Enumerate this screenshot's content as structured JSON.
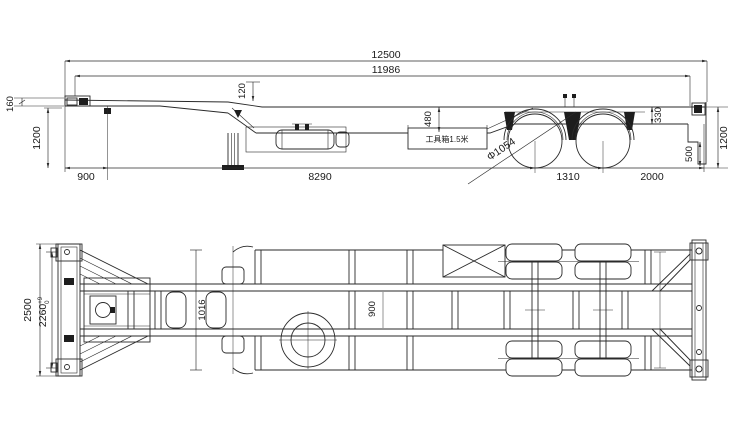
{
  "side": {
    "total_length": "12500",
    "frame_length": "11986",
    "front_height": "160",
    "height_left": "1200",
    "front_overhang": "900",
    "neck_depth": "120",
    "wheelbase": "8290",
    "beam_depth": "480",
    "toolbox": "工具箱1.5米",
    "tire_dia": "Φ1054",
    "axle_spacing": "1310",
    "rear_overhang": "2000",
    "rear_depth": "330",
    "rear_step": "500",
    "height_right": "1200"
  },
  "plan": {
    "width": "2500",
    "lock_spacing": "2260",
    "lock_tol_up": "+9",
    "lock_tol_dn": "0",
    "rail_gap": "1016",
    "member_pitch": "900"
  },
  "colors": {
    "ink": "#2a2a2a",
    "paper": "#ffffff"
  }
}
